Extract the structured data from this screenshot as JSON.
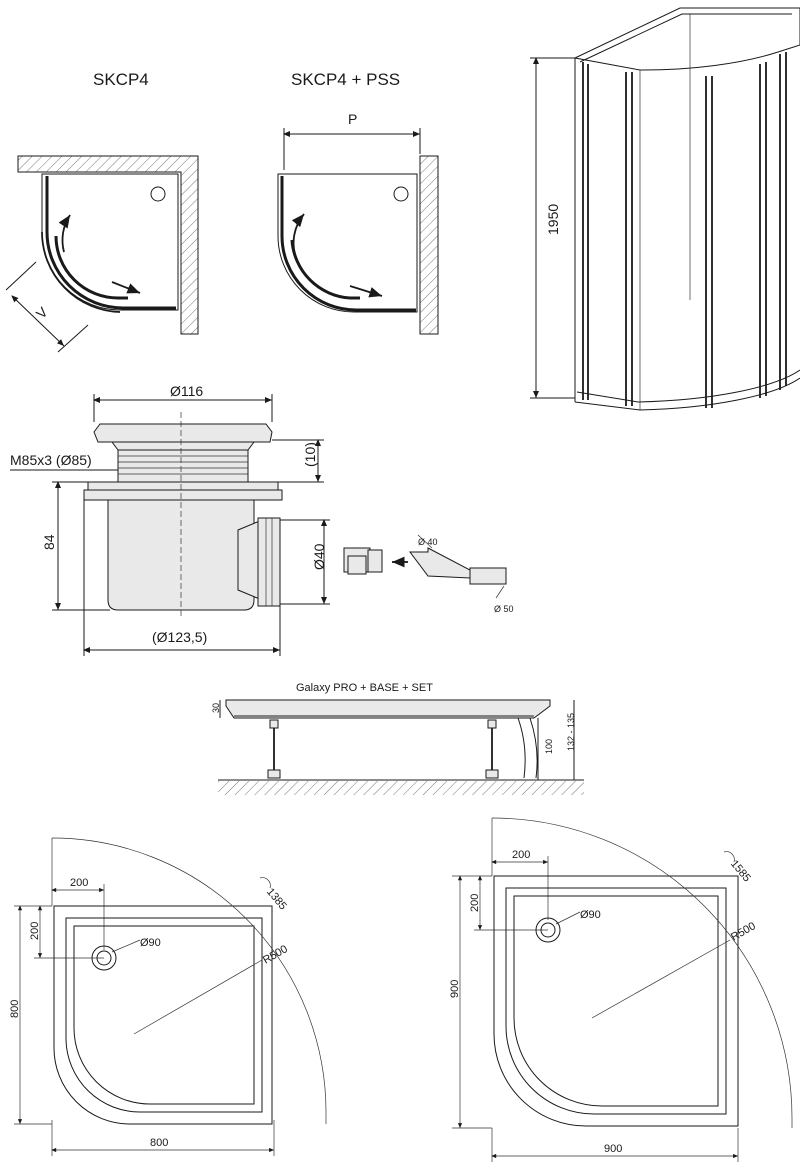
{
  "top": {
    "skcp4_label": "SKCP4",
    "skcp4_pss_label": "SKCP4 + PSS",
    "dim_v": "V",
    "dim_p": "P",
    "dim_height": "1950"
  },
  "drain": {
    "dim_diameter_top": "Ø116",
    "dim_thread": "M85x3 (Ø85)",
    "dim_10": "(10)",
    "dim_84": "84",
    "dim_40": "Ø40",
    "dim_base": "(Ø123,5)",
    "dim_pipe_40": "Ø 40",
    "dim_pipe_50": "Ø 50"
  },
  "base_set": {
    "title": "Galaxy PRO + BASE + SET",
    "dim_30": "30",
    "dim_100": "100",
    "dim_range": "132 - 135"
  },
  "tray_800": {
    "dim_200_top": "200",
    "dim_200_side": "200",
    "dim_diameter": "Ø90",
    "dim_radius": "R500",
    "dim_arc": "1385",
    "dim_height": "800",
    "dim_width": "800"
  },
  "tray_900": {
    "dim_200_top": "200",
    "dim_200_side": "200",
    "dim_diameter": "Ø90",
    "dim_radius": "R500",
    "dim_arc": "1585",
    "dim_height": "900",
    "dim_width": "900"
  }
}
